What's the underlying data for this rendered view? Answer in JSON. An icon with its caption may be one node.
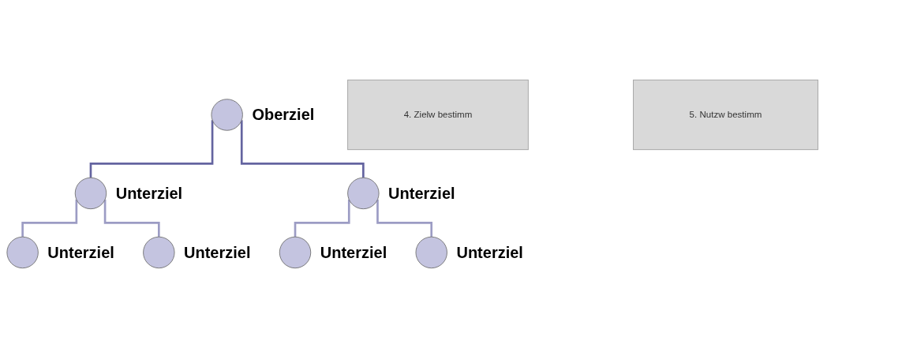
{
  "diagram": {
    "nodes": [
      {
        "text": [],
        "shape": "circle",
        "beside": [
          "Oberziel"
        ]
      },
      {
        "text": [],
        "shape": "circle",
        "beside": [
          "Unterziel"
        ]
      },
      {
        "text": [],
        "shape": "circle",
        "beside": [
          "Unterziel"
        ]
      },
      {
        "text": [],
        "shape": "circle",
        "beside": [
          "Unterziel"
        ]
      },
      {
        "text": [],
        "shape": "circle",
        "beside": [
          "Unterziel"
        ]
      },
      {
        "text": [],
        "shape": "circle",
        "beside": [
          "Unterziel"
        ]
      },
      {
        "text": [],
        "shape": "circle",
        "beside": [
          "Unterziel"
        ]
      },
      {
        "text": [
          "4. Zielw bestimm"
        ]
      },
      {
        "text": [
          "5. Nutzw bestimm"
        ]
      }
    ],
    "edges": [
      {
        "from": 0,
        "to": 1,
        "arrow": "none",
        "color": "#6464a0"
      },
      {
        "from": 0,
        "to": 2,
        "arrow": "none",
        "color": "#6464a0"
      },
      {
        "from": 1,
        "to": 3,
        "arrow": "none"
      },
      {
        "from": 1,
        "to": 4,
        "arrow": "none"
      },
      {
        "from": 2,
        "to": 5,
        "arrow": "none"
      },
      {
        "from": 2,
        "to": 6,
        "arrow": "none"
      }
    ]
  }
}
